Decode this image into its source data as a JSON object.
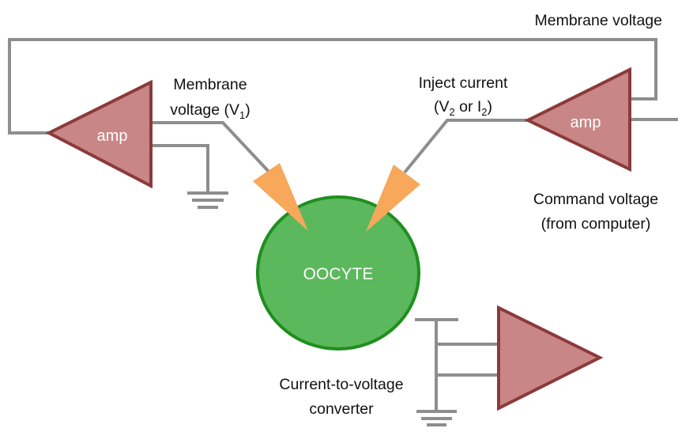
{
  "labels": {
    "membrane_voltage_top": "Membrane voltage",
    "membrane_v1_line1": "Membrane",
    "membrane_v1_line2_prefix": "voltage (V",
    "membrane_v1_sub": "1",
    "membrane_v1_suffix": ")",
    "inject_line1": "Inject current",
    "inject_line2_open": "(V",
    "inject_v_sub": "2",
    "inject_mid": " or I",
    "inject_i_sub": "2",
    "inject_close": ")",
    "command_line1": "Command voltage",
    "command_line2": "(from computer)",
    "converter_line1": "Current-to-voltage",
    "converter_line2": "converter",
    "amp_left": "amp",
    "amp_right": "amp",
    "oocyte": "OOCYTE"
  },
  "colors": {
    "wire": "#8e8e8e",
    "amp_fill": "#c98686",
    "amp_stroke": "#8b3a3a",
    "oocyte_fill": "#5cb85c",
    "oocyte_stroke": "#1f8f1f",
    "electrode": "#f7a85a"
  }
}
